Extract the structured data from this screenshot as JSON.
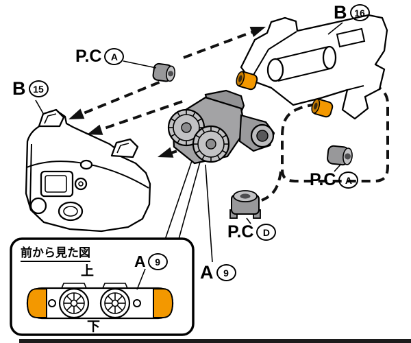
{
  "diagram": {
    "type": "model-kit-assembly-step",
    "labels": {
      "pca_top": {
        "text": "P.C",
        "circled": "A"
      },
      "b16": {
        "text": "B",
        "circled": "16"
      },
      "b15": {
        "text": "B",
        "circled": "15"
      },
      "pca_right": {
        "text": "P.C",
        "circled": "A"
      },
      "pcd": {
        "text": "P.C",
        "circled": "D"
      },
      "a9": {
        "text": "A",
        "circled": "9"
      }
    },
    "inset": {
      "title": "前から見た図",
      "top": "上",
      "bottom": "下",
      "label": {
        "text": "A",
        "circled": "9"
      }
    },
    "colors": {
      "polycap_orange": "#F39800",
      "part_gray": "#A3A3A5",
      "polycap_gray": "#98989A",
      "line_black": "#111111",
      "background": "#FFFFFF"
    }
  }
}
